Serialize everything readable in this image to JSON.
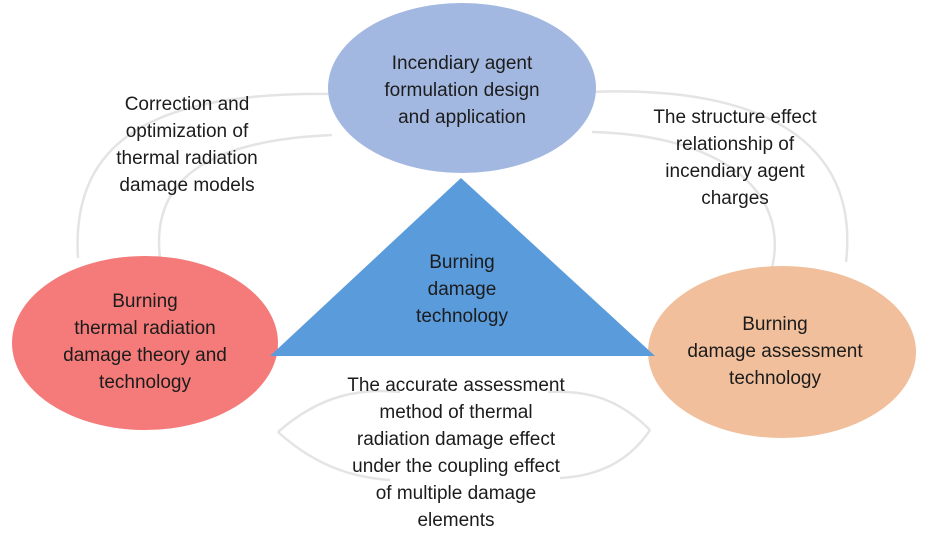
{
  "diagram": {
    "top_node": {
      "lines": [
        "Incendiary agent",
        "formulation design",
        "and application"
      ],
      "fill": "#a3b8e1"
    },
    "left_node": {
      "lines": [
        "Burning",
        "thermal radiation",
        "damage theory and",
        "technology"
      ],
      "fill": "#f47b79"
    },
    "right_node": {
      "lines": [
        "Burning",
        "damage assessment",
        "technology"
      ],
      "fill": "#f1bf9b"
    },
    "center_node": {
      "lines": [
        "Burning",
        "damage",
        "technology"
      ],
      "fill": "#5a9bdc"
    },
    "links": {
      "top_left": {
        "lines": [
          "Correction and",
          "optimization of",
          "thermal radiation",
          "damage models"
        ]
      },
      "top_right": {
        "lines": [
          "The structure effect",
          "relationship of",
          "incendiary agent",
          "charges"
        ]
      },
      "bottom": {
        "lines": [
          "The accurate assessment",
          "method of thermal",
          "radiation damage effect",
          "under the coupling effect",
          "of multiple damage",
          "elements"
        ]
      }
    },
    "connector_color": "#e4e4e4"
  }
}
